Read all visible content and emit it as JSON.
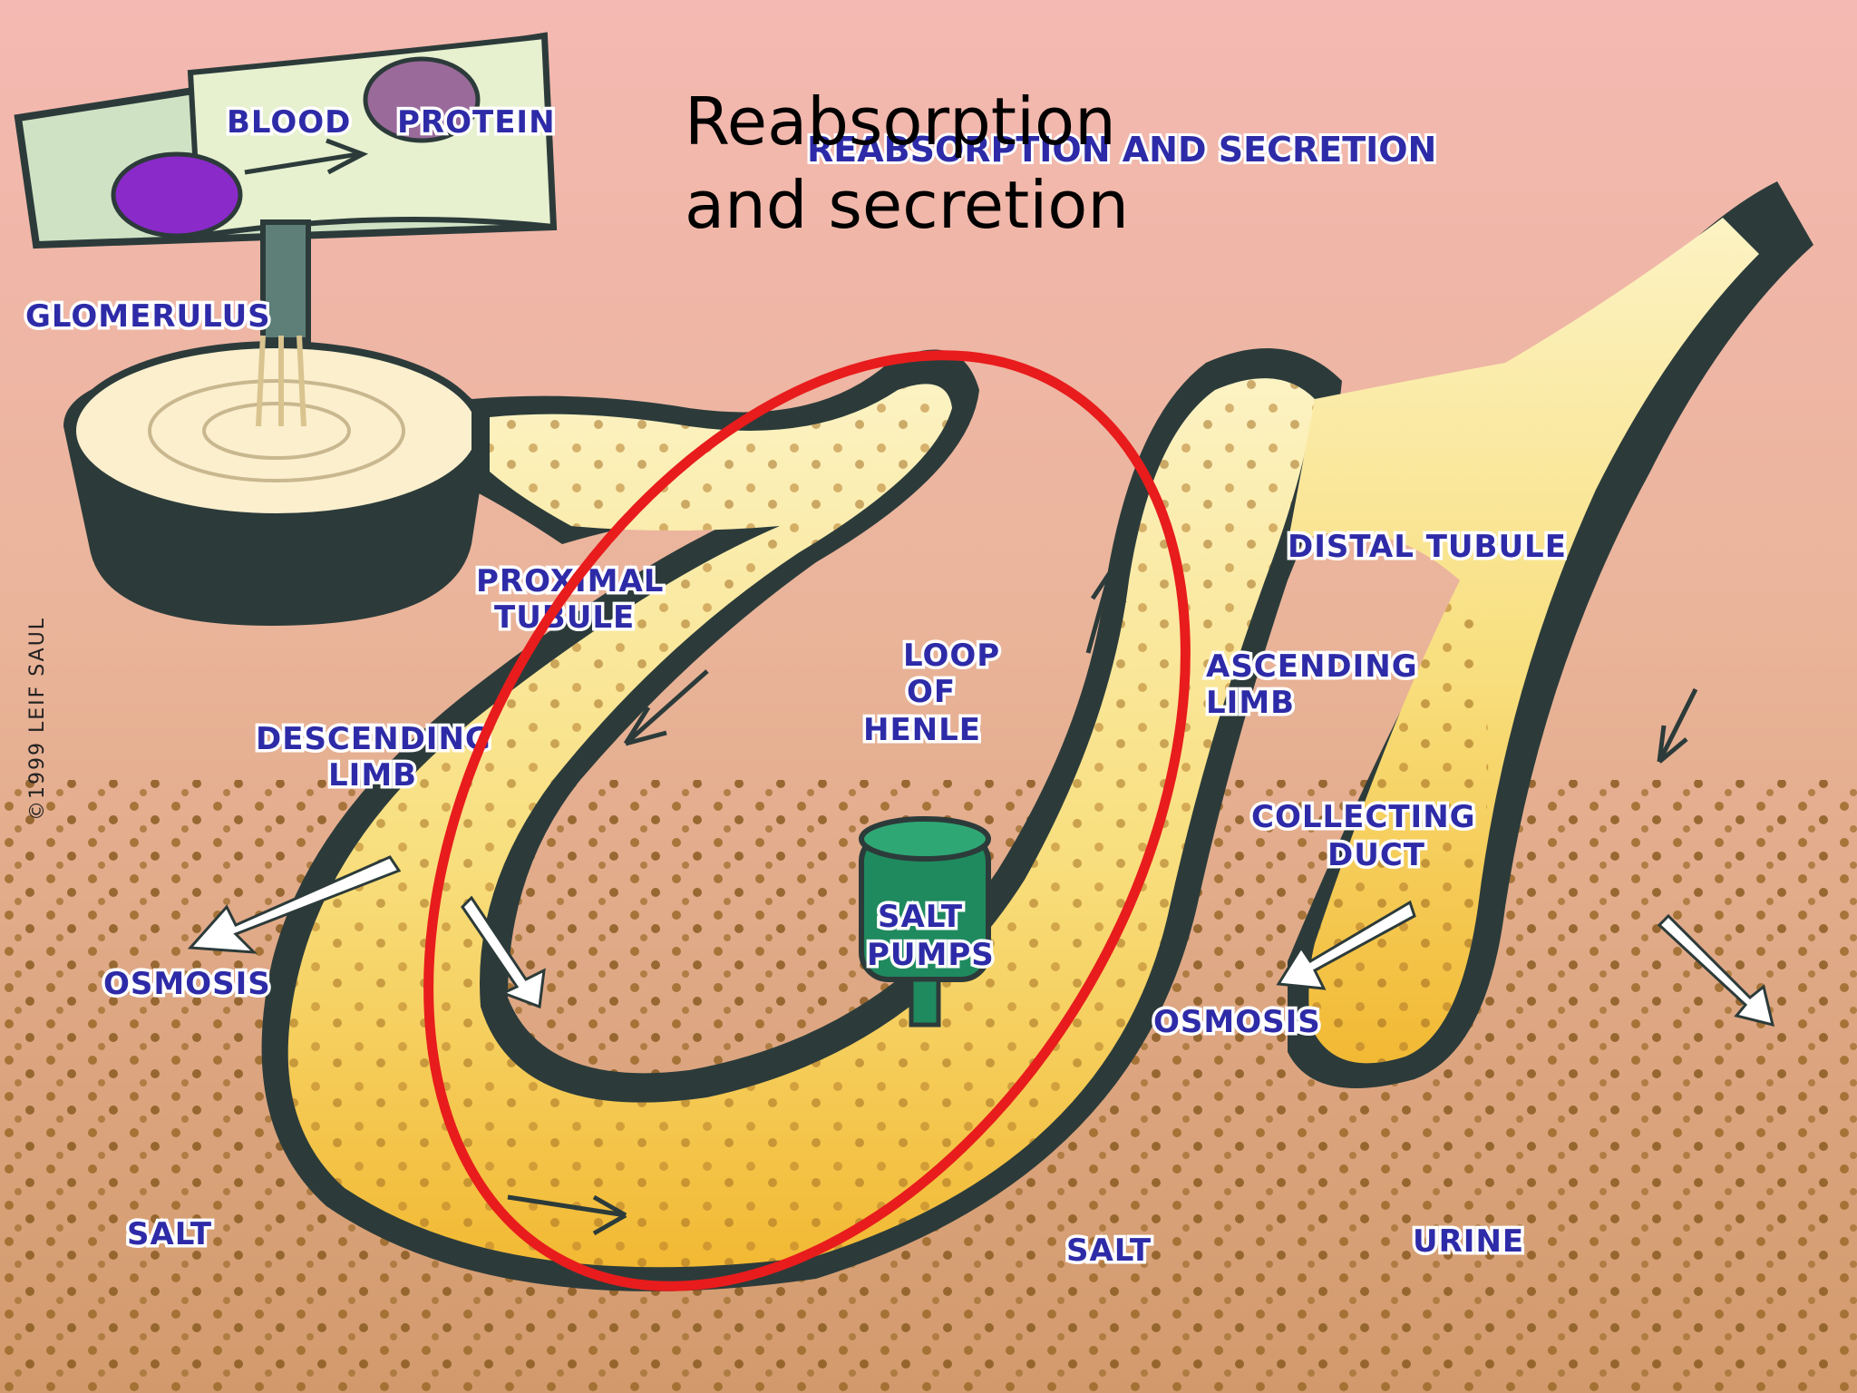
{
  "title": {
    "line1": "Reabsorption",
    "line2": "and secretion"
  },
  "cartoon_title": "REABSORPTION AND SECRETION",
  "labels": {
    "blood": "BLOOD",
    "protein": "PROTEIN",
    "glomerulus": "GLOMERULUS",
    "proximal_1": "PROXIMAL",
    "proximal_2": "TUBULE",
    "descending_1": "DESCENDING",
    "descending_2": "LIMB",
    "loop_1": "LOOP",
    "loop_2": "OF",
    "loop_3": "HENLE",
    "salt_pumps_1": "SALT",
    "salt_pumps_2": "PUMPS",
    "ascending_1": "ASCENDING",
    "ascending_2": "LIMB",
    "distal": "DISTAL TUBULE",
    "collecting_1": "COLLECTING",
    "collecting_2": "DUCT",
    "osmosis_left": "OSMOSIS",
    "osmosis_right": "OSMOSIS",
    "salt_left": "SALT",
    "salt_mid": "SALT",
    "urine": "URINE"
  },
  "credit": "©1999 LEIF SAUL",
  "colors": {
    "background": "#f4b9b2",
    "ground": "#d7a47a",
    "tube_dark": "#2c3b3a",
    "fluid": "#fbefb0",
    "fluid_dense": "#f4c23f",
    "salt_grain": "#9c6a2a",
    "label_text": "#2e2ba8",
    "highlight_ring": "#e81c1c",
    "pump_green": "#1f8a5e"
  }
}
